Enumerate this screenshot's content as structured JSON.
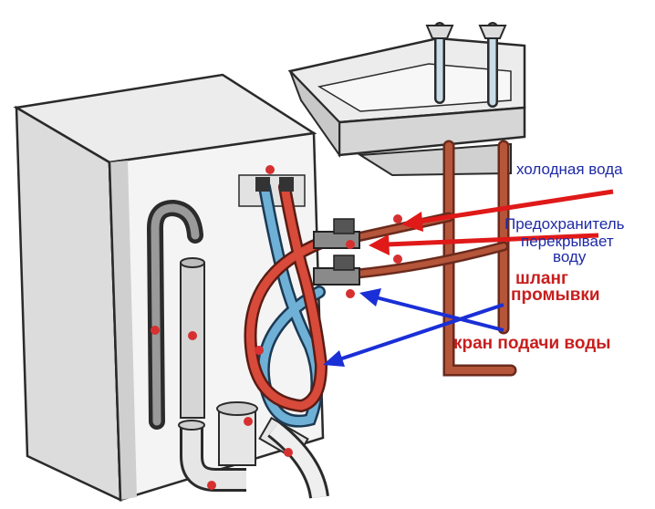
{
  "labels": {
    "cold_water": "холодная вода",
    "fuse_line1": "Предохранитель",
    "fuse_line2": "перекрывает",
    "fuse_line3": "воду",
    "hose_line1": "шланг",
    "hose_line2": "промывки",
    "valve": "кран подачи воды"
  },
  "colors": {
    "label_blue": "#1f2aa6",
    "label_red": "#c81e1e",
    "arrow_red": "#e01919",
    "arrow_blue": "#1a2fd6",
    "pipe_copper": "#b5553a",
    "hose_blue": "#6fb0d6",
    "hose_red": "#d84a3a",
    "marker": "#d63030"
  },
  "icons": [
    "washing-machine",
    "sink",
    "faucet",
    "shutoff-valve",
    "drain-siphon"
  ]
}
